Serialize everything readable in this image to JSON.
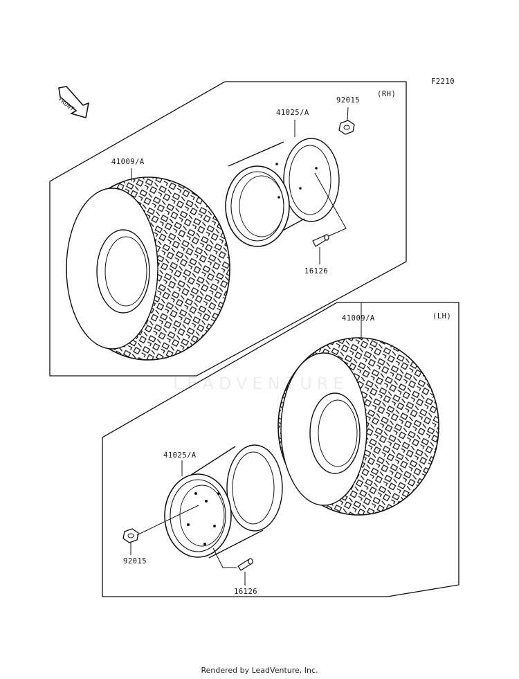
{
  "diagram": {
    "code": "F2210",
    "front_label": "FRONT",
    "rh_panel": {
      "side": "(RH)",
      "parts": [
        "41025/A",
        "92015",
        "41009/A",
        "16126"
      ]
    },
    "lh_panel": {
      "side": "(LH)",
      "parts": [
        "41009/A",
        "41025/A",
        "92015",
        "16126"
      ]
    }
  },
  "watermark": "LEADVENTURE",
  "footer": "Rendered by LeadVenture, Inc."
}
